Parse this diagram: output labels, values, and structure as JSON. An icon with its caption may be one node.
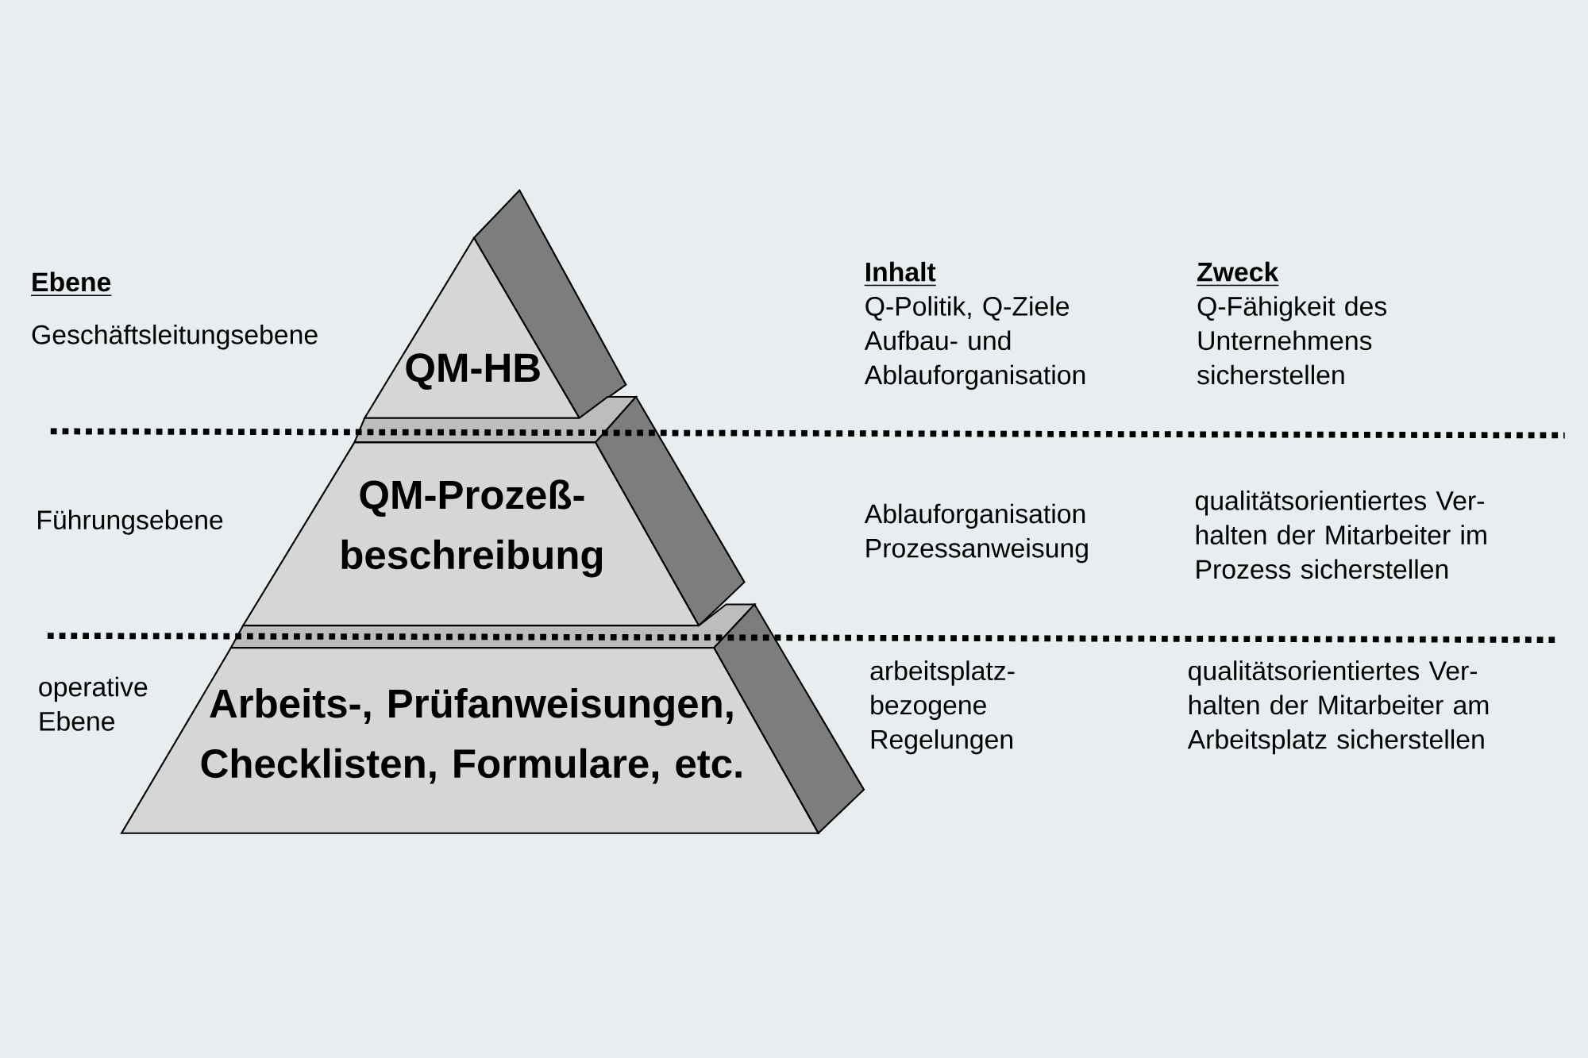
{
  "diagram": {
    "nodes": [
      {
        "text": [
          "QM-HB"
        ]
      },
      {
        "text": [
          "QM-Prozeß- beschreibung"
        ]
      },
      {
        "text": [
          "Arbeits-, Prüfanweisungen, Checklisten, Formulare, etc."
        ]
      }
    ],
    "labels": [
      "Ebene",
      "Geschäftsleitungsebene",
      "Inhalt",
      "Q-Politik, Q-Ziele Aufbau- und Ablauforganisation",
      "Zweck",
      "Q-Fähigkeit des Unternehmens sicherstellen",
      "Führungsebene",
      "Ablauforganisation Prozessanweisung",
      "qualitätsorientiertes Ver- halten der Mitarbeiter im Prozess sicherstellen",
      "operative Ebene",
      "arbeitsplatz- bezogene Regelungen",
      "qualitätsorientiertes Ver- halten der Mitarbeiter am Arbeitsplatz sicherstellen"
    ]
  }
}
